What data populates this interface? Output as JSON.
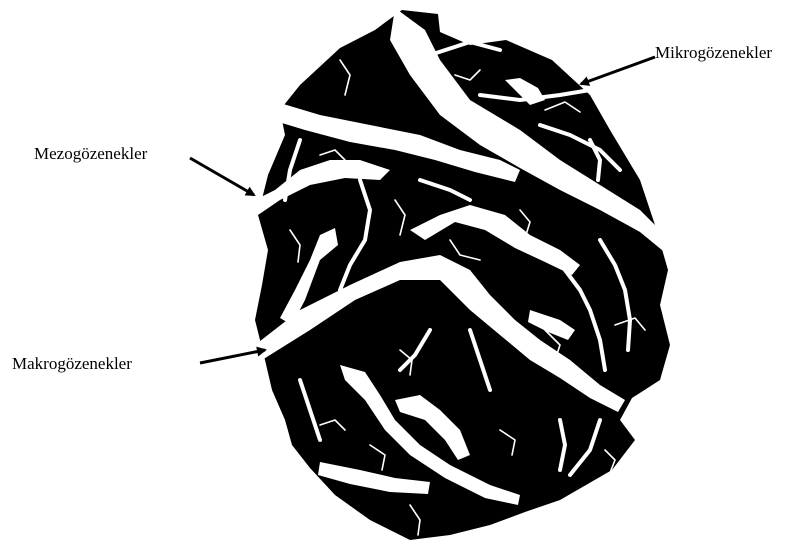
{
  "labels": {
    "micro": "Mikrogözenekler",
    "meso": "Mezogözenekler",
    "macro": "Makrogözenekler"
  },
  "colors": {
    "particle": "#000000",
    "pores": "#ffffff",
    "background": "#ffffff",
    "arrows": "#000000"
  },
  "icons": [
    "arrow-micro-icon",
    "arrow-meso-icon",
    "arrow-macro-icon"
  ]
}
